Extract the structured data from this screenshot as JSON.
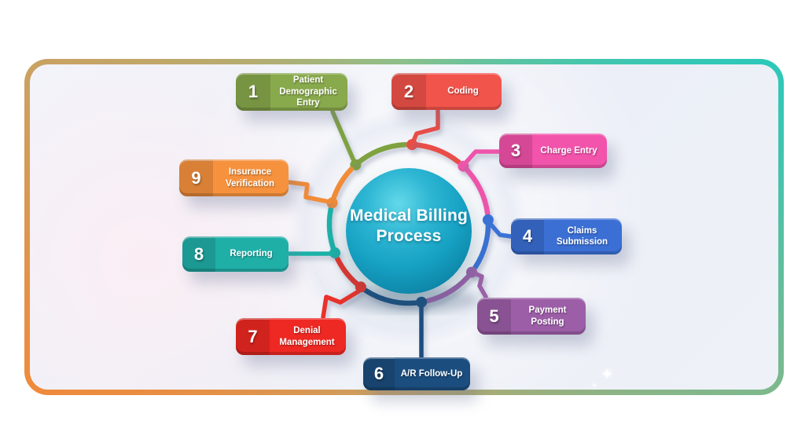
{
  "title": "Medical Billing Process",
  "center": {
    "title": "Medical Billing\nProcess"
  },
  "steps": [
    {
      "num": "1",
      "label": "Patient Demographic Entry",
      "body": "#88a94c",
      "line": "#7fa23f"
    },
    {
      "num": "2",
      "label": "Coding",
      "body": "#f1544b",
      "line": "#e94e46"
    },
    {
      "num": "3",
      "label": "Charge Entry",
      "body": "#f253ab",
      "line": "#ee55aa"
    },
    {
      "num": "4",
      "label": "Claims Submission",
      "body": "#3b6fd4",
      "line": "#3b72d6"
    },
    {
      "num": "5",
      "label": "Payment Posting",
      "body": "#9c5ea7",
      "line": "#9c62a8"
    },
    {
      "num": "6",
      "label": "A/R Follow-Up",
      "body": "#1b4d7e",
      "line": "#1c4d80"
    },
    {
      "num": "7",
      "label": "Denial Management",
      "body": "#ee2823",
      "line": "#e8312b"
    },
    {
      "num": "8",
      "label": "Reporting",
      "body": "#1fafa7",
      "line": "#1fb2a9"
    },
    {
      "num": "9",
      "label": "Insurance Verification",
      "body": "#f6923e",
      "line": "#f18c37"
    }
  ],
  "frame": {
    "gradient_stops": [
      "#8cc08b",
      "#2cc8ba",
      "#7db88d",
      "#c4a468",
      "#ef8a3c",
      "#c9a263"
    ],
    "panel_background": "#eef1f7"
  },
  "sphere": {
    "color_top": "#63d9ea",
    "color_main": "#16a1c3",
    "color_edge": "#086d8c"
  },
  "sparkle_icon": "✦"
}
